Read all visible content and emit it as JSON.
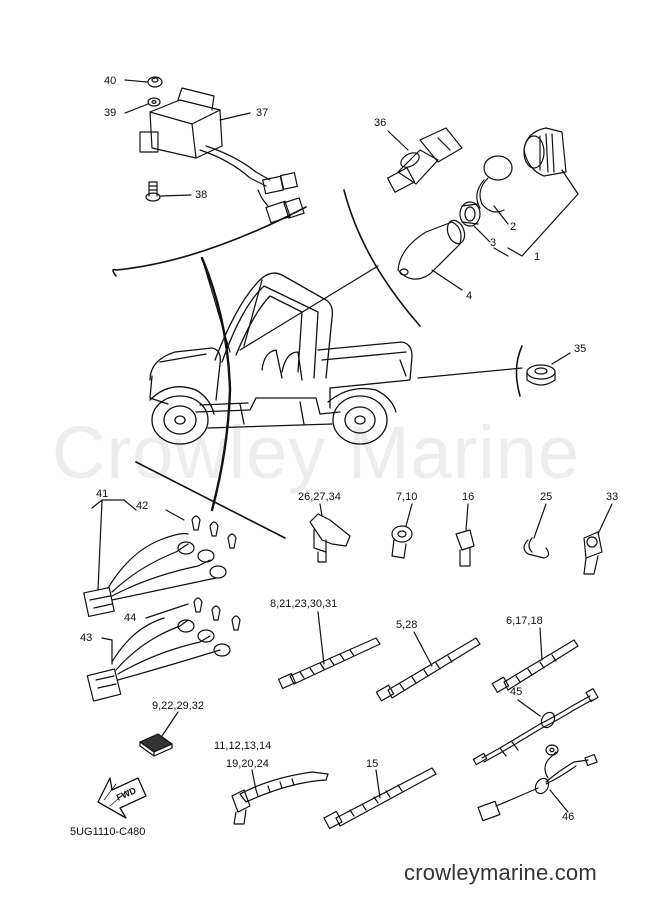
{
  "watermark": "Crowley Marine",
  "drawing_code": "5UG1110-C480",
  "site": "crowleymarine.com",
  "fwd_label": "FWD",
  "callouts": {
    "c40": "40",
    "c39": "39",
    "c37": "37",
    "c38": "38",
    "c36": "36",
    "c2": "2",
    "c3": "3",
    "c1": "1",
    "c4": "4",
    "c35": "35",
    "c26_27_34": "26,27,34",
    "c7_10": "7,10",
    "c16": "16",
    "c25": "25",
    "c33": "33",
    "c41": "41",
    "c42": "42",
    "c44": "44",
    "c43": "43",
    "c8_21_23_30_31": "8,21,23,30,31",
    "c5_28": "5,28",
    "c6_17_18": "6,17,18",
    "c45": "45",
    "c9_22_29_32": "9,22,29,32",
    "c11_12_13_14": "11,12,13,14",
    "c19_20_24": "19,20,24",
    "c15": "15",
    "c46": "46"
  }
}
